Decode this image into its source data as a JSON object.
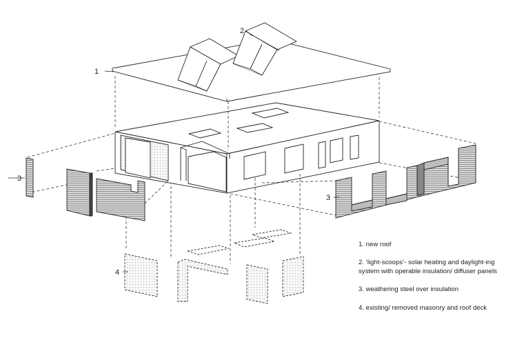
{
  "callouts": {
    "roof": "1",
    "light_scoops": "2",
    "steel_left": "3",
    "steel_right": "3",
    "masonry": "4"
  },
  "legend": [
    "1. new roof",
    "2. ‘light-scoops’- solar heating and daylight-ing system with operable insulation/ diffuser panels",
    "3. weathering steel over insulation",
    "4. existing/ removed masonry and roof deck"
  ],
  "colors": {
    "line": "#222222",
    "hatch": "#7a7a7a",
    "panel_gray": "#9a9a9a",
    "band_gray": "#bdbdbd"
  }
}
